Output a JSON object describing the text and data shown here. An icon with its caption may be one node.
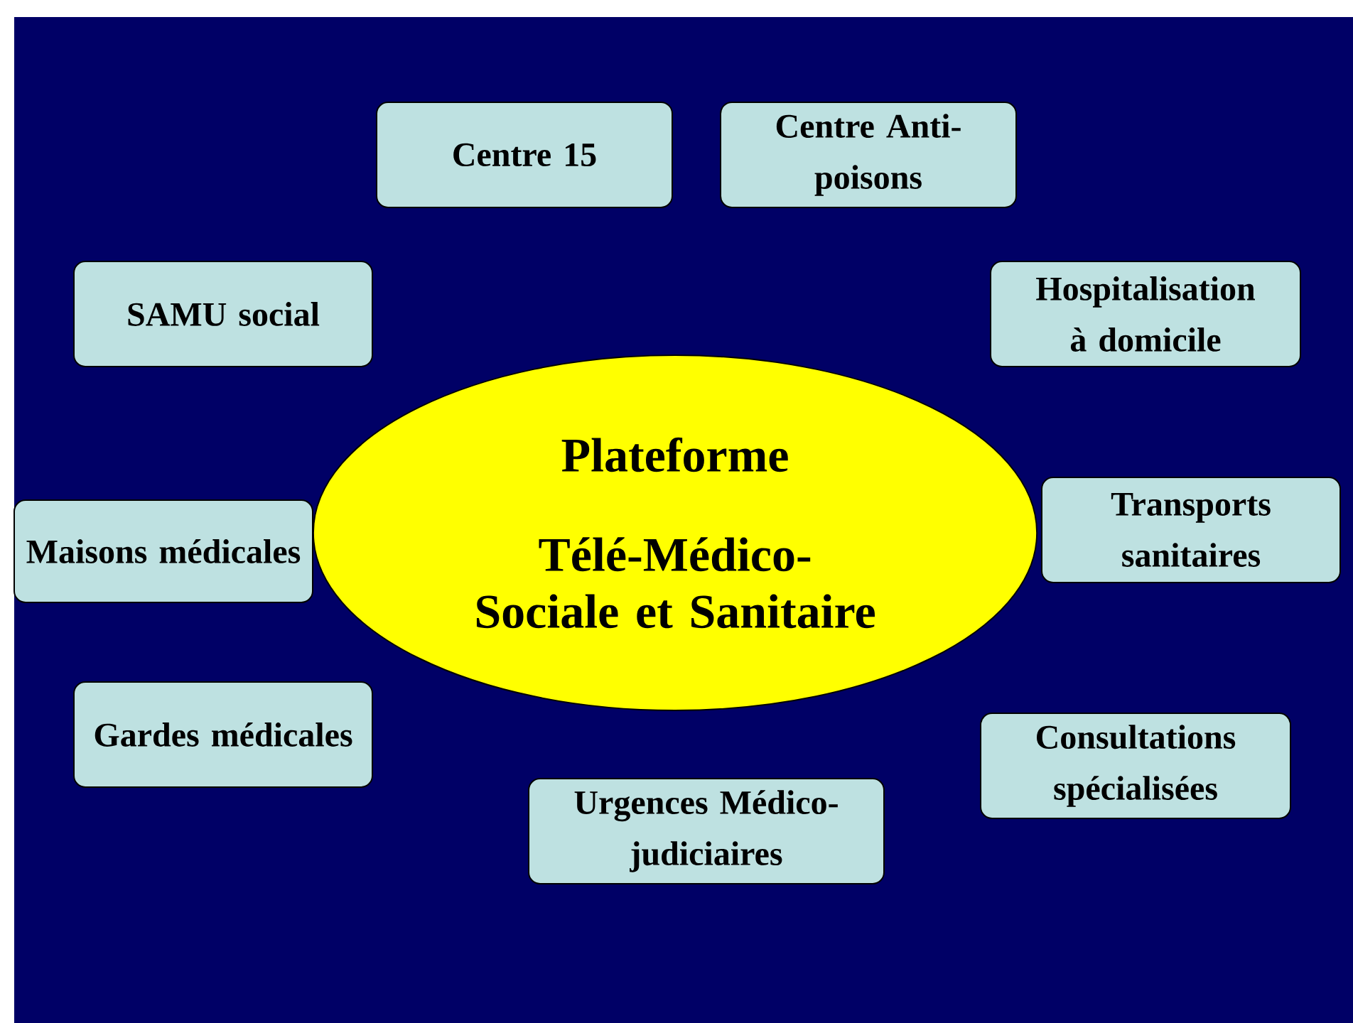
{
  "diagram": {
    "nodes": [
      {
        "text": [
          "Plateforme",
          "Télé-Médico-Sociale et Sanitaire"
        ]
      },
      {
        "text": [
          "Centre 15"
        ]
      },
      {
        "text": [
          "Centre Anti-poisons"
        ]
      },
      {
        "text": [
          "Hospitalisation à domicile"
        ]
      },
      {
        "text": [
          "Transports sanitaires"
        ]
      },
      {
        "text": [
          "Consultations spécialisées"
        ]
      },
      {
        "text": [
          "Urgences Médico-judiciaires"
        ]
      },
      {
        "text": [
          "Gardes médicales"
        ]
      },
      {
        "text": [
          "Maisons médicales"
        ]
      },
      {
        "text": [
          "SAMU social"
        ]
      }
    ]
  }
}
